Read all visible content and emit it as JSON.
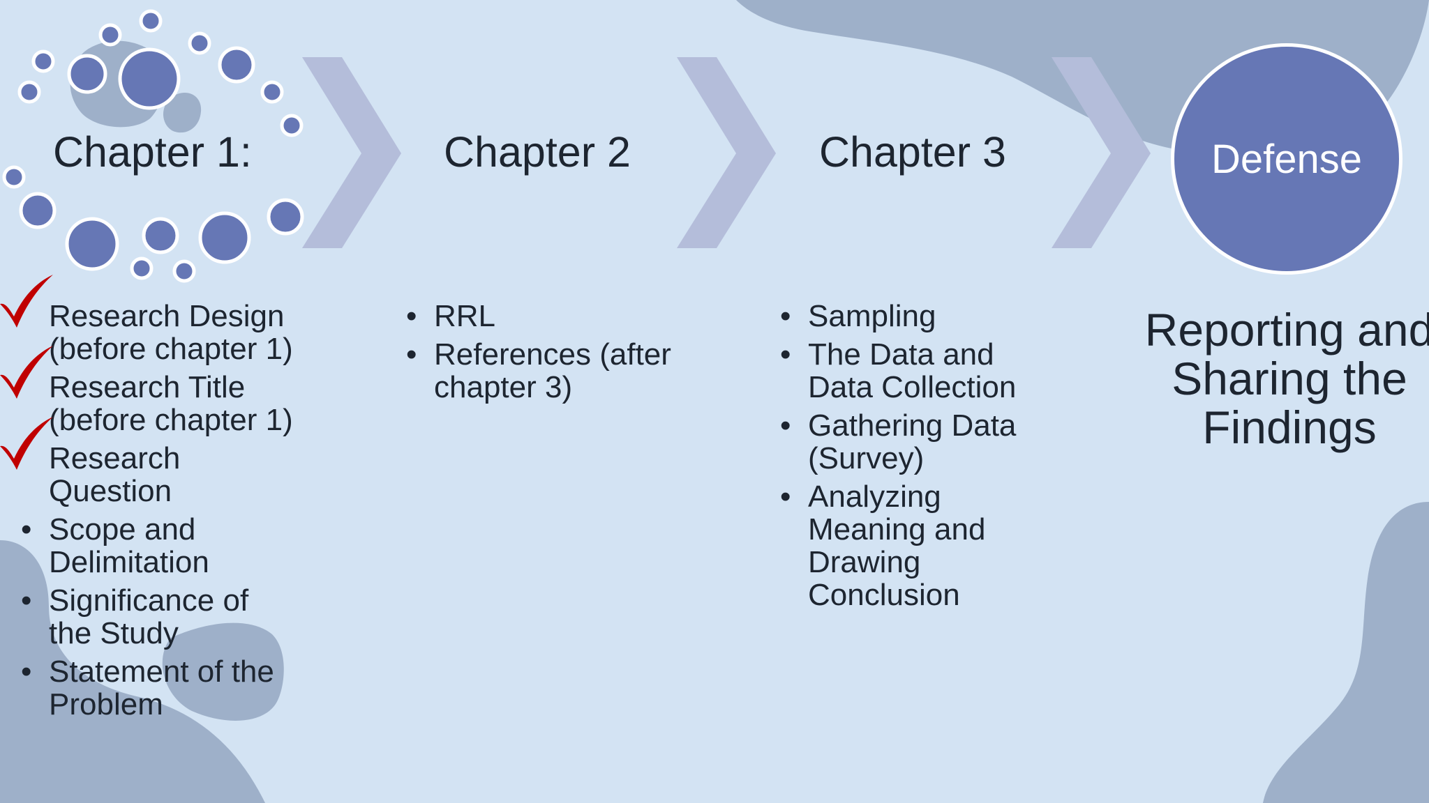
{
  "colors": {
    "background": "#d3e3f3",
    "blob": "#9eb0c9",
    "chevron": "#b4bdda",
    "circle_fill": "#6677b5",
    "text": "#1d2530",
    "check": "#c00000"
  },
  "steps": [
    {
      "title": "Chapter 1:",
      "items": [
        {
          "text": "Research Design (before chapter 1)",
          "checked": true
        },
        {
          "text": "Research Title (before chapter 1)",
          "checked": true
        },
        {
          "text": "Research Question",
          "checked": true
        },
        {
          "text": "Scope and Delimitation",
          "checked": false
        },
        {
          "text": "Significance of the Study",
          "checked": false
        },
        {
          "text": "Statement of the Problem",
          "checked": false
        }
      ]
    },
    {
      "title": "Chapter 2",
      "items": [
        {
          "text": "RRL",
          "checked": false
        },
        {
          "text": "References (after chapter 3)",
          "checked": false
        }
      ]
    },
    {
      "title": "Chapter 3",
      "items": [
        {
          "text": "Sampling",
          "checked": false
        },
        {
          "text": "The Data and Data Collection",
          "checked": false
        },
        {
          "text": "Gathering Data (Survey)",
          "checked": false
        },
        {
          "text": "Analyzing Meaning and Drawing Conclusion",
          "checked": false
        }
      ]
    }
  ],
  "final": {
    "circle_label": "Defense",
    "description": "Reporting and Sharing the Findings"
  },
  "icons": {
    "bullet": "•",
    "check": "checkmark-icon",
    "arrow": "chevron-right-icon"
  }
}
